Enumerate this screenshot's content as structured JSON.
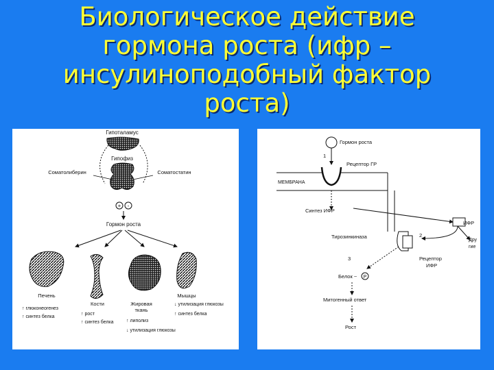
{
  "slide": {
    "title_lines": [
      "Биологическое действие",
      "гормона роста (ифр –",
      "инсулиноподобный фактор",
      "роста)"
    ]
  },
  "left_diagram": {
    "hypothalamus": "Гипоталамус",
    "pituitary": "Гипофиз",
    "somatoliberin": "Соматолиберин",
    "somatostatin": "Соматостатин",
    "plus": "+",
    "minus": "-",
    "growth_hormone": "Гормон роста",
    "liver": "Печень",
    "bones": "Кости",
    "fat_line1": "Жировая",
    "fat_line2": "ткань",
    "muscles": "Мышцы",
    "liver_effects": [
      "глюконеогенез",
      "синтез белка"
    ],
    "bone_effects": [
      "рост",
      "синтез белка"
    ],
    "fat_effects": [
      "липолиз",
      "утилизация глюкозы"
    ],
    "muscle_effects": [
      "утилизация глюкозы",
      "синтез белка"
    ]
  },
  "right_diagram": {
    "growth_hormone": "Гормон роста",
    "step1": "1",
    "step2": "2",
    "step3": "3",
    "gh_receptor": "Рецептор ГР",
    "membrane": "МЕМБРАНА",
    "igf_synthesis": "Синтез ИФР",
    "igf": "ИФР",
    "tyrosine_kinase": "Тирозинкиназа",
    "igf_receptor_line1": "Рецептор",
    "igf_receptor_line2": "ИФР",
    "protein": "Белок ~",
    "phosphate": "P",
    "mitogenic": "Митогенный ответ",
    "growth": "Рост",
    "other_line1": "Дру",
    "other_line2": "гие"
  }
}
